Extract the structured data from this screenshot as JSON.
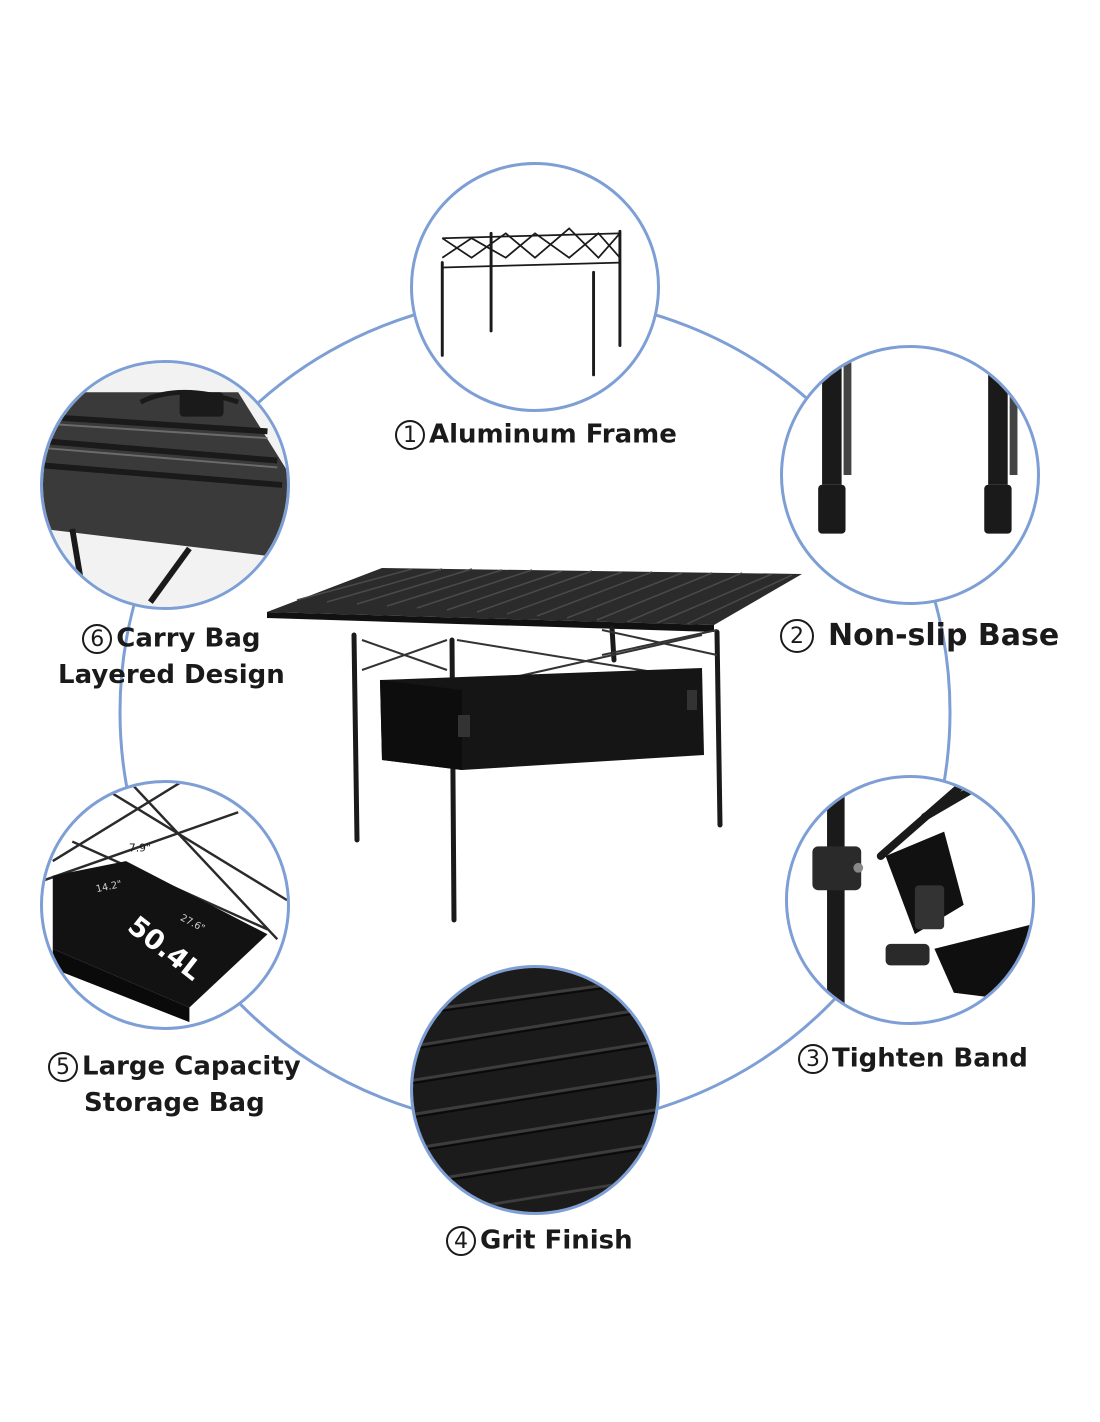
{
  "features": [
    {
      "num": "1",
      "label": "Aluminum Frame",
      "icon": "aluminum-frame-icon"
    },
    {
      "num": "2",
      "label": "Non-slip Base",
      "icon": "non-slip-base-icon"
    },
    {
      "num": "3",
      "label": "Tighten Band",
      "icon": "tighten-band-icon"
    },
    {
      "num": "4",
      "label": "Grit Finish",
      "icon": "grit-finish-icon"
    },
    {
      "num": "5",
      "label_line1": "Large Capacity",
      "label_line2": "Storage Bag",
      "icon": "storage-bag-icon"
    },
    {
      "num": "6",
      "label_line1": "Carry Bag",
      "label_line2": "Layered Design",
      "icon": "carry-bag-icon"
    }
  ],
  "storage_bag": {
    "capacity": "50.4L",
    "height": "7.9\"",
    "width": "14.2\"",
    "length": "27.6\""
  },
  "colors": {
    "ring": "#7e9fd6",
    "text": "#1a1a1a",
    "product": "#1c1c1c"
  }
}
